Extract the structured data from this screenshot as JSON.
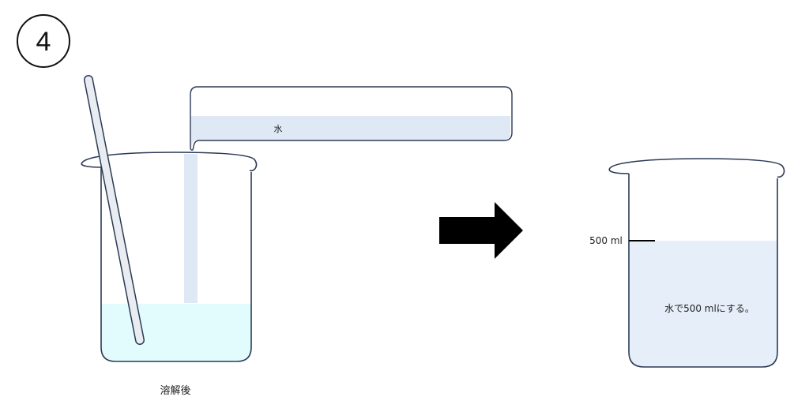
{
  "step": {
    "number": "4"
  },
  "left_scene": {
    "cylinder_label": "水",
    "beaker_caption": "溶解後"
  },
  "right_scene": {
    "mark_label": "500 ml",
    "beaker_note": "水で500 mlにする。"
  },
  "colors": {
    "outline": "#2b3a55",
    "cylinder_water": "#dfe8f5",
    "dissolved_solution": "#e2fbfd",
    "final_solution": "#e6eff9",
    "arrow": "#000000"
  }
}
